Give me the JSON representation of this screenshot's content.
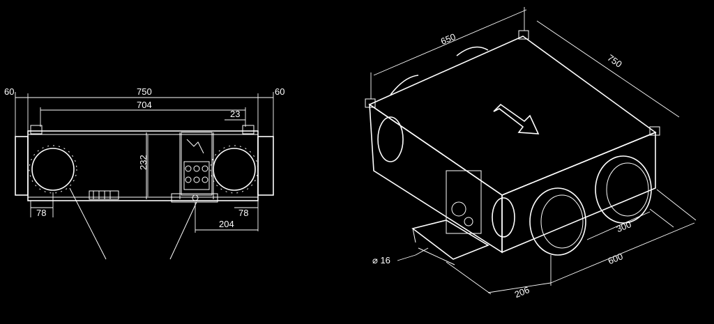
{
  "front_view": {
    "dims": {
      "left_offset": "60",
      "overall_length": "750",
      "right_offset": "60",
      "inner_length": "704",
      "small_offset": "23",
      "height": "232",
      "left_spigot_offset": "78",
      "right_spigot_offset": "78",
      "right_spigot_span": "204"
    }
  },
  "iso_view": {
    "dims": {
      "width": "650",
      "depth": "750",
      "spigot_spacing": "300",
      "spigot_span": "600",
      "front_offset": "206",
      "drain_diameter": "⌀ 16"
    }
  }
}
